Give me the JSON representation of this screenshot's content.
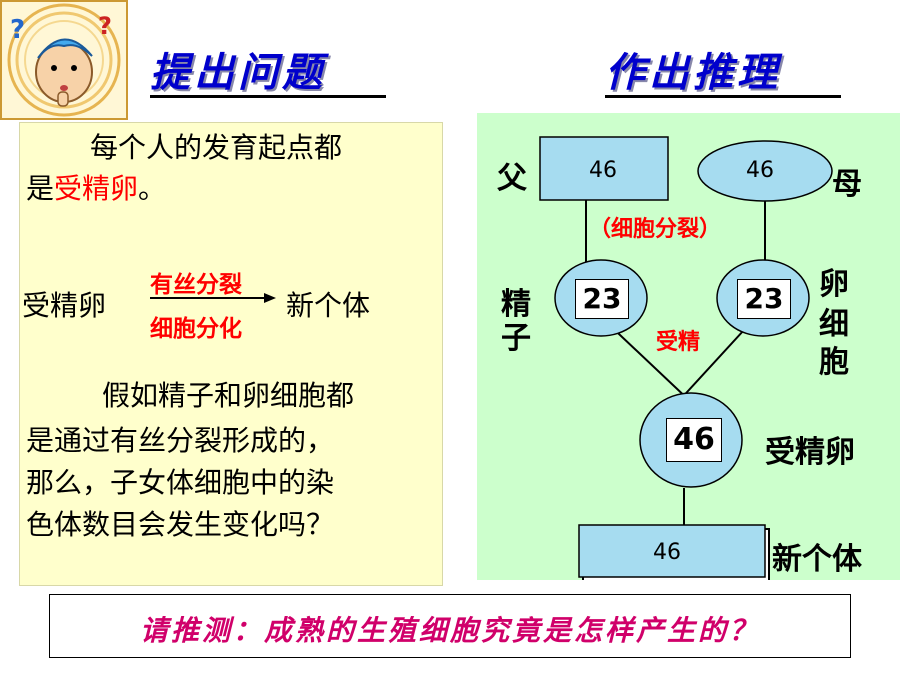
{
  "titles": {
    "left": "提出问题",
    "right": "作出推理"
  },
  "question_panel": {
    "line1": "每个人的发育起点都",
    "line2_pre": "是",
    "line2_red": "受精卵",
    "line2_post": "。",
    "flow_start": "受精卵",
    "flow_top": "有丝分裂",
    "flow_bottom": "细胞分化",
    "flow_end": "新个体",
    "para_line1": "假如精子和卵细胞都",
    "para_line2": "是通过有丝分裂形成的，",
    "para_line3": "那么，子女体细胞中的染",
    "para_line4": "色体数目会发生变化吗？"
  },
  "diagram": {
    "father_label": "父",
    "mother_label": "母",
    "father_count": "46",
    "mother_count": "46",
    "division_label": "（细胞分裂）",
    "sperm_label_1": "精",
    "sperm_label_2": "子",
    "egg_label_1": "卵",
    "egg_label_2": "细",
    "egg_label_3": "胞",
    "sperm_count": "23",
    "egg_count": "23",
    "fertilization_label": "受精",
    "zygote_count": "46",
    "zygote_label": "受精卵",
    "offspring_count": "46",
    "offspring_label": "新个体",
    "colors": {
      "panel": "#ccffcc",
      "shape_fill": "#a6dcf0",
      "line": "#000000"
    }
  },
  "prompt": {
    "text": "请推测：成熟的生殖细胞究竟是怎样产生的？"
  },
  "colors": {
    "title": "#0000cc",
    "emphasis": "#ff0000",
    "prompt": "#d0006a",
    "question_panel": "#ffffcc"
  }
}
